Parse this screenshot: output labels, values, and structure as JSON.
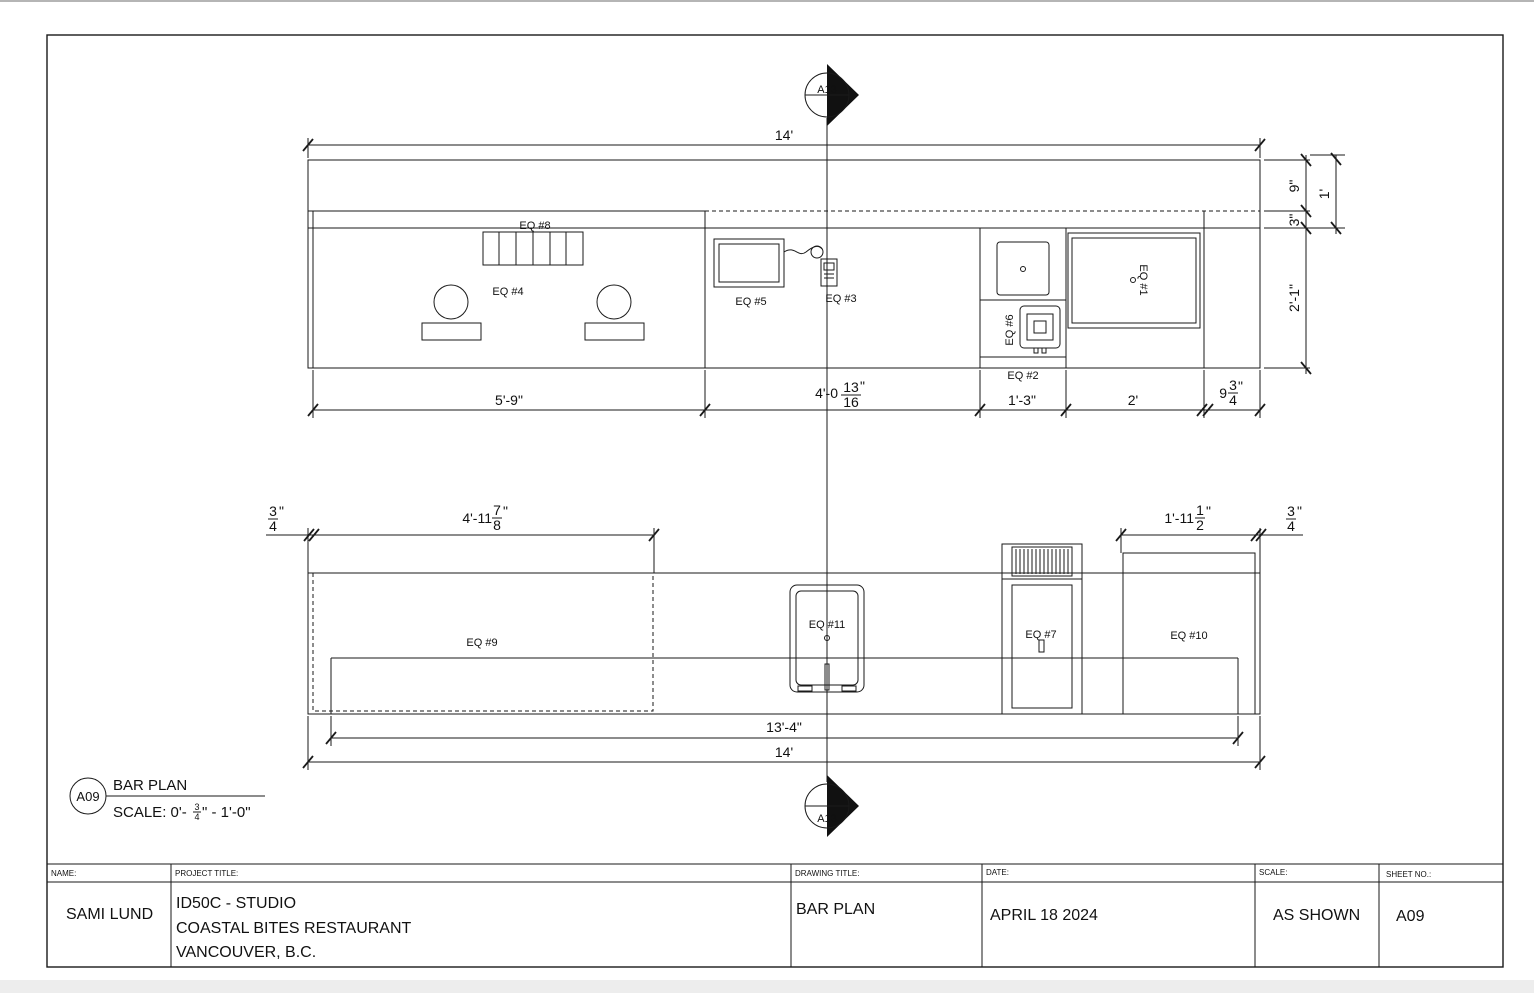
{
  "callouts": {
    "section_top": "A13",
    "section_bottom": "A13",
    "view_ref": "A09",
    "view_title": "BAR PLAN",
    "scale_prefix": "SCALE: 0'- ",
    "scale_num": "3",
    "scale_den": "4",
    "scale_suffix": "\" - 1'-0\""
  },
  "plan": {
    "overall": "14'",
    "bottom_dims": [
      "5'-9\"",
      "1'-3\"",
      "2'"
    ],
    "mid_dim_whole": "4'-0",
    "mid_dim_num": "13",
    "mid_dim_den": "16",
    "mid_dim_mark": "\"",
    "end_dim_whole": "9",
    "end_dim_num": "3",
    "end_dim_den": "4",
    "end_dim_mark": "\"",
    "right_dims": [
      "9\"",
      "3\"",
      "2'-1\"",
      "1'"
    ],
    "equipment": [
      "EQ #8",
      "EQ #4",
      "EQ #5",
      "EQ #3",
      "EQ #6",
      "EQ #2",
      "EQ #1"
    ]
  },
  "back_bar": {
    "left_dim_whole": "4'-11",
    "left_dim_num": "7",
    "left_dim_den": "8",
    "left_dim_mark": "\"",
    "right_dim_whole": "1'-11",
    "right_dim_num": "1",
    "right_dim_den": "2",
    "right_dim_mark": "\"",
    "edge_num": "3",
    "edge_den": "4",
    "edge_mark": "\"",
    "inner_dim": "13'-4\"",
    "overall": "14'",
    "equipment": [
      "EQ #9",
      "EQ #11",
      "EQ #7",
      "EQ #10"
    ]
  },
  "title_block": {
    "name_label": "NAME:",
    "name": "SAMI LUND",
    "project_label": "PROJECT TITLE:",
    "project_lines": [
      "ID50C - STUDIO",
      "COASTAL BITES RESTAURANT",
      "VANCOUVER, B.C."
    ],
    "drawing_label": "DRAWING TITLE:",
    "drawing_title": "BAR PLAN",
    "date_label": "DATE:",
    "date": "APRIL 18 2024",
    "scale_label": "SCALE:",
    "scale": "AS SHOWN",
    "sheet_label": "SHEET NO.:",
    "sheet": "A09"
  }
}
